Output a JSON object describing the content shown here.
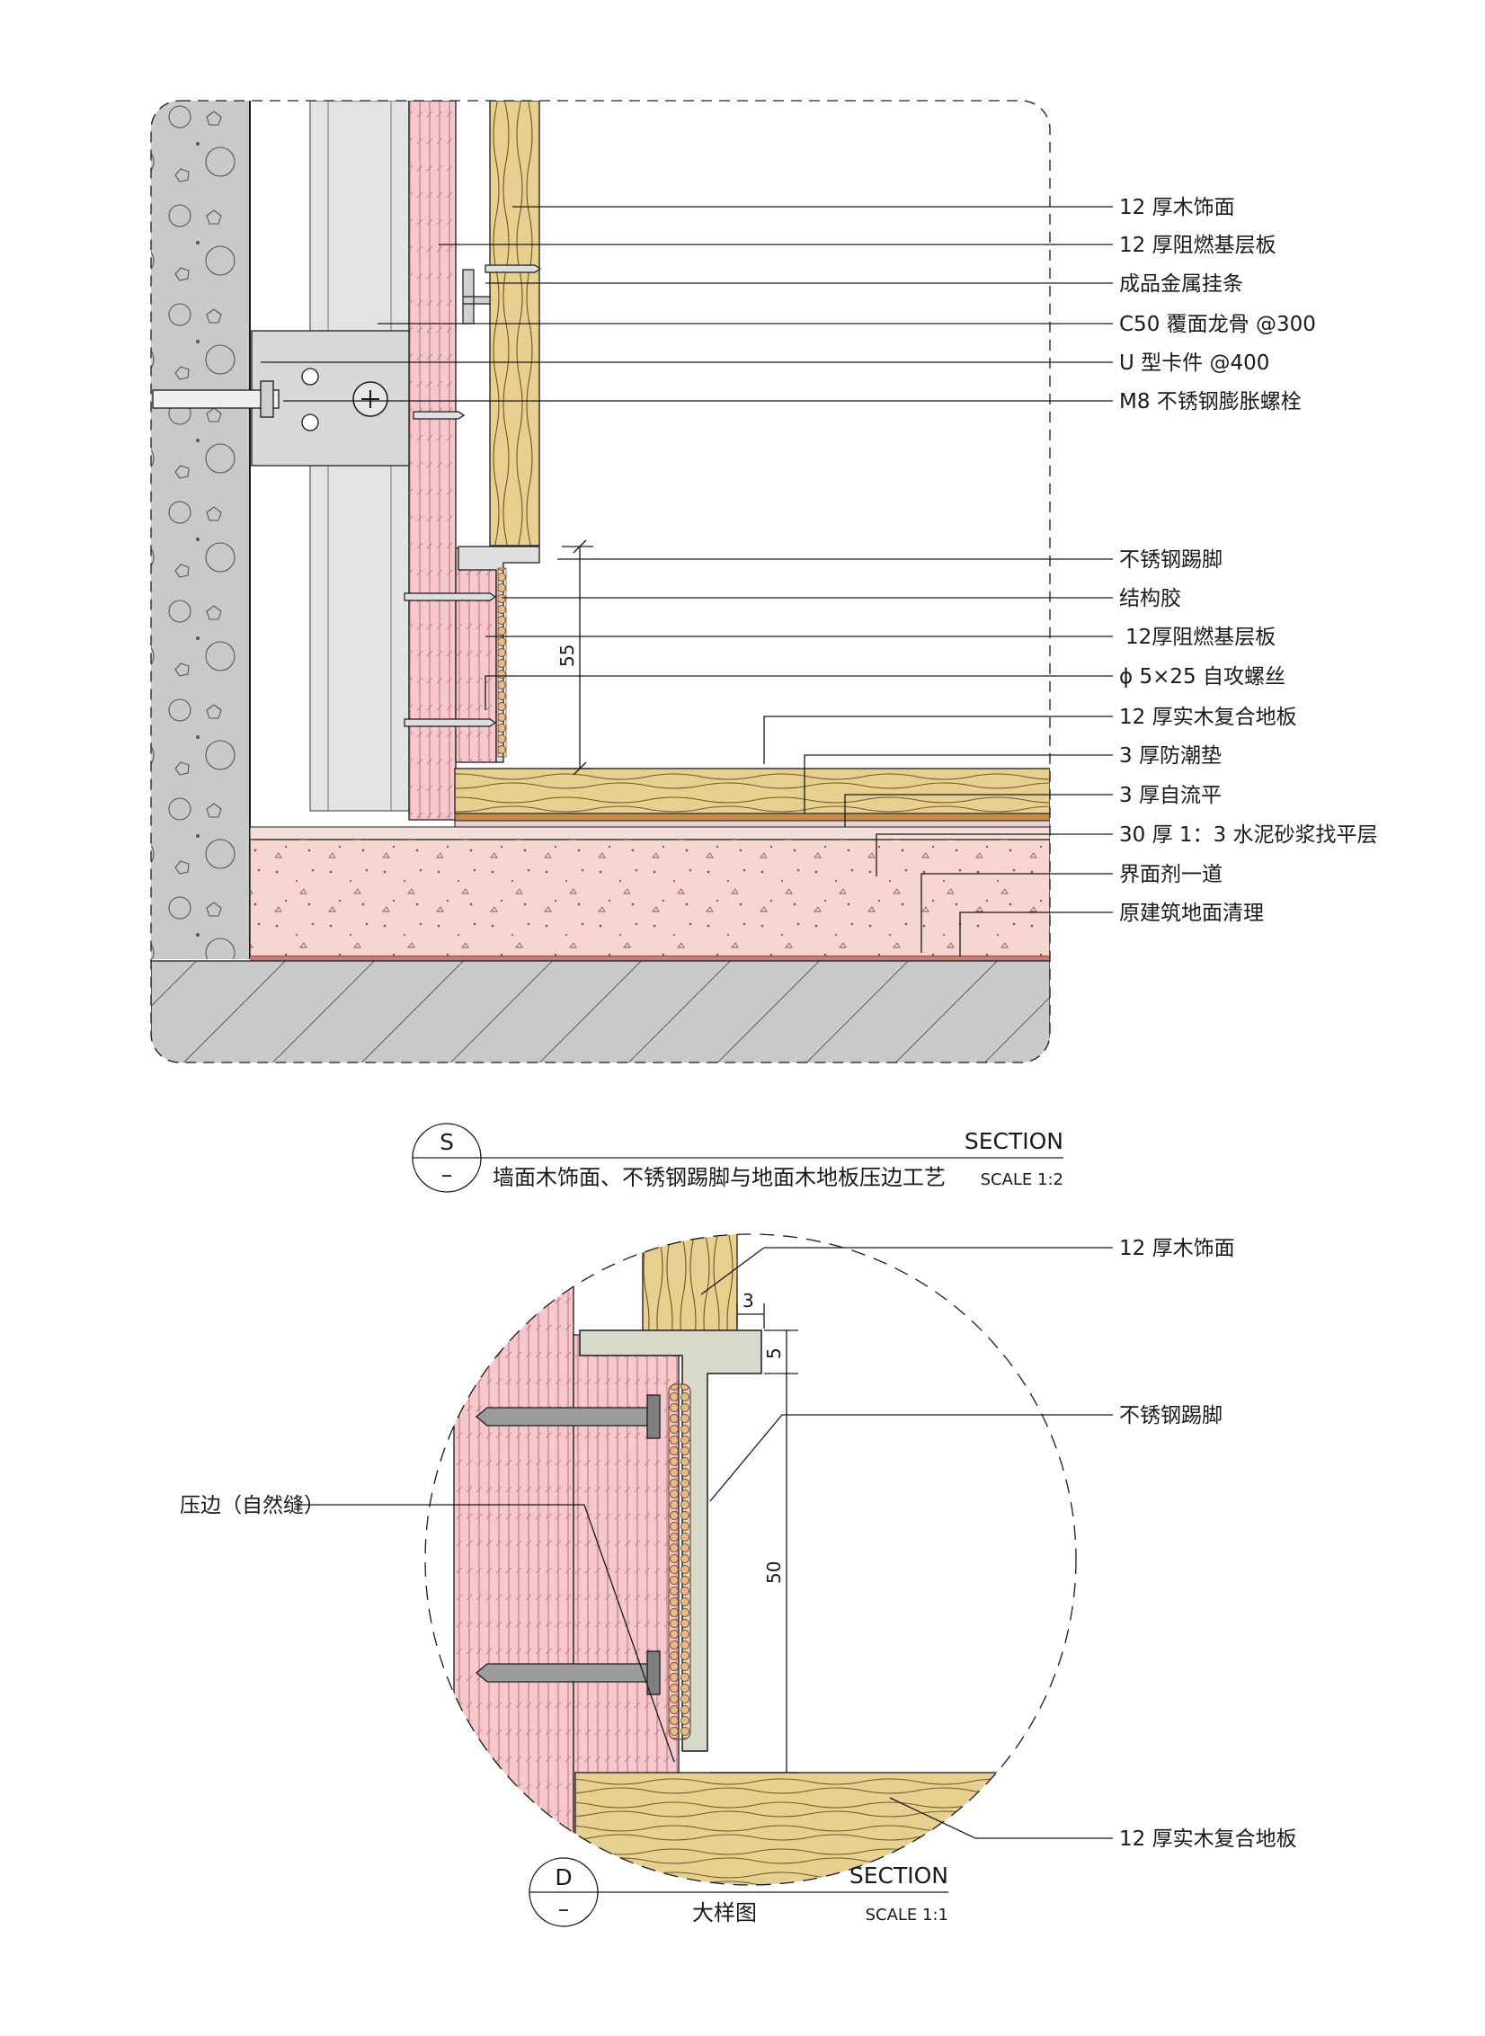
{
  "section_s": {
    "labels": [
      "12 厚木饰面",
      "12 厚阻燃基层板",
      "成品金属挂条",
      "C50 覆面龙骨 @300",
      "U 型卡件 @400",
      "M8 不锈钢膨胀螺栓",
      "不锈钢踢脚",
      "结构胶",
      "12厚阻燃基层板",
      "ϕ 5×25 自攻螺丝",
      "12 厚实木复合地板",
      "3 厚防潮垫",
      "3 厚自流平",
      "30 厚 1：3 水泥砂浆找平层",
      "界面剂一道",
      "原建筑地面清理"
    ],
    "dimension": "55",
    "title_block": {
      "marker_top": "S",
      "marker_bottom": "–",
      "section_word": "SECTION",
      "title": "墙面木饰面、不锈钢踢脚与地面木地板压边工艺",
      "scale": "SCALE 1:2"
    }
  },
  "section_d": {
    "labels": {
      "wood_veneer": "12 厚木饰面",
      "steel_skirting": "不锈钢踢脚",
      "edge_gap": "压边（自然缝）",
      "floor": "12 厚实木复合地板"
    },
    "dimensions": [
      "3",
      "5",
      "50"
    ],
    "title_block": {
      "marker_top": "D",
      "marker_bottom": "–",
      "section_word": "SECTION",
      "title": "大样图",
      "scale": "SCALE 1:1"
    }
  },
  "colors": {
    "concrete": "#c9c9c9",
    "pink_board": "#f6c8cc",
    "wood": "#e6cf8f",
    "screed": "#f7d6d0",
    "steel": "#d8d8d8",
    "outline": "#1a1a1a"
  }
}
